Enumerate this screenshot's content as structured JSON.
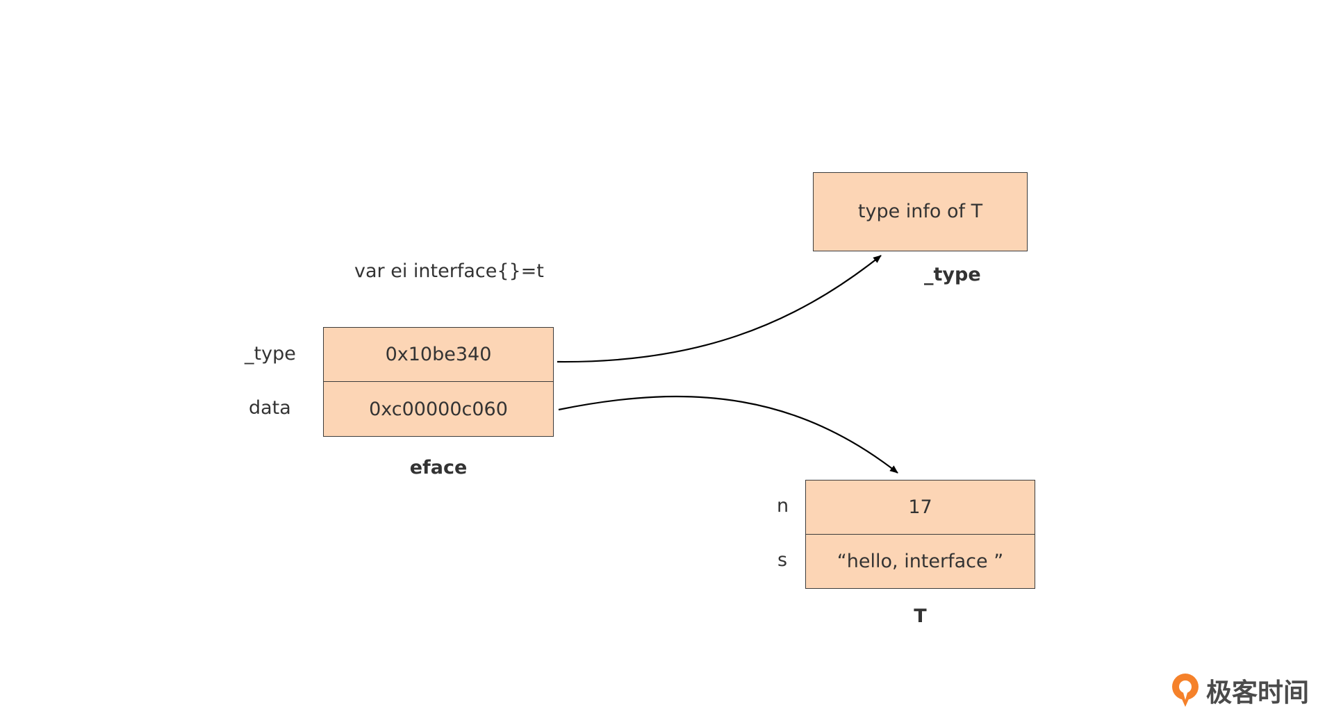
{
  "code_label": "var ei interface{}=t",
  "eface": {
    "caption": "eface",
    "fields": [
      {
        "name": "_type",
        "value": "0x10be340"
      },
      {
        "name": "data",
        "value": "0xc00000c060"
      }
    ]
  },
  "type_box": {
    "text": "type info of T",
    "caption": "_type"
  },
  "t_box": {
    "caption": "T",
    "fields": [
      {
        "name": "n",
        "value": "17"
      },
      {
        "name": "s",
        "value": "“hello, interface ”"
      }
    ]
  },
  "logo": {
    "text": "极客时间",
    "color": "#f5812a",
    "icon": "geektime-logo-icon"
  },
  "colors": {
    "box_fill": "#fcd5b5",
    "border": "#3a3a3a",
    "text": "#333333"
  }
}
